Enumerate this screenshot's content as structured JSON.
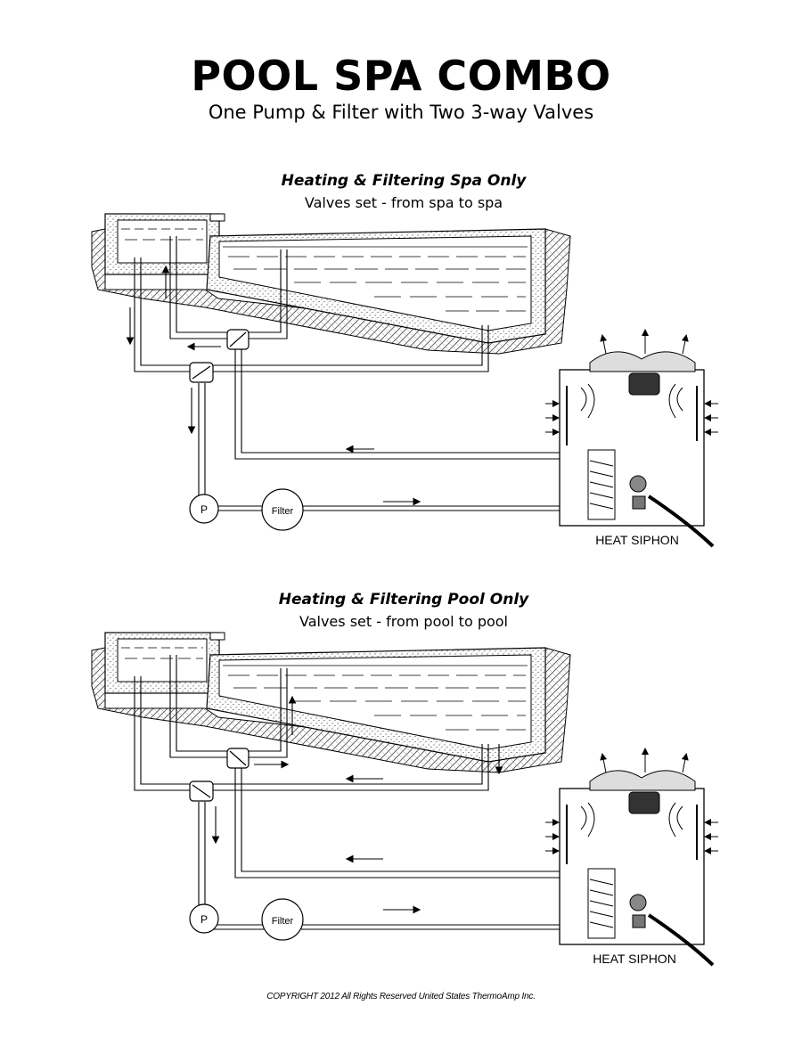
{
  "header": {
    "title": "POOL SPA COMBO",
    "subtitle": "One Pump & Filter with Two 3-way Valves"
  },
  "panels": [
    {
      "heading": "Heating & Filtering Spa Only",
      "subheading": "Valves set  - from spa to spa",
      "pump_label": "P",
      "filter_label": "Filter",
      "heater_label": "HEAT SIPHON"
    },
    {
      "heading": "Heating & Filtering Pool Only",
      "subheading": "Valves set  - from pool to pool",
      "pump_label": "P",
      "filter_label": "Filter",
      "heater_label": "HEAT SIPHON"
    }
  ],
  "footer": {
    "copyright": "COPYRIGHT 2012 All Rights Reserved United States ThermoAmp Inc."
  }
}
